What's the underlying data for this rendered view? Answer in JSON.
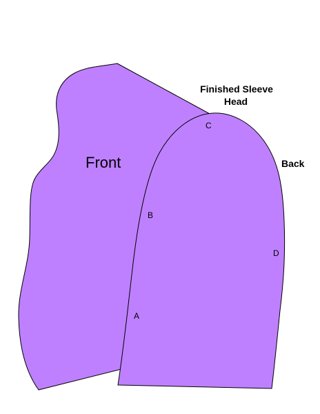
{
  "pieces": {
    "front": {
      "label": "Front",
      "fill": "#BF80FF"
    },
    "sleeve": {
      "fill": "#BF80FF"
    }
  },
  "labels": {
    "sleeve_head_line1": "Finished Sleeve",
    "sleeve_head_line2": "Head",
    "back": "Back"
  },
  "points": {
    "a": "A",
    "b": "B",
    "c": "C",
    "d": "D"
  },
  "colors": {
    "piece_fill": "#BF80FF",
    "outline": "#000000",
    "background": "#FFFFFF"
  }
}
